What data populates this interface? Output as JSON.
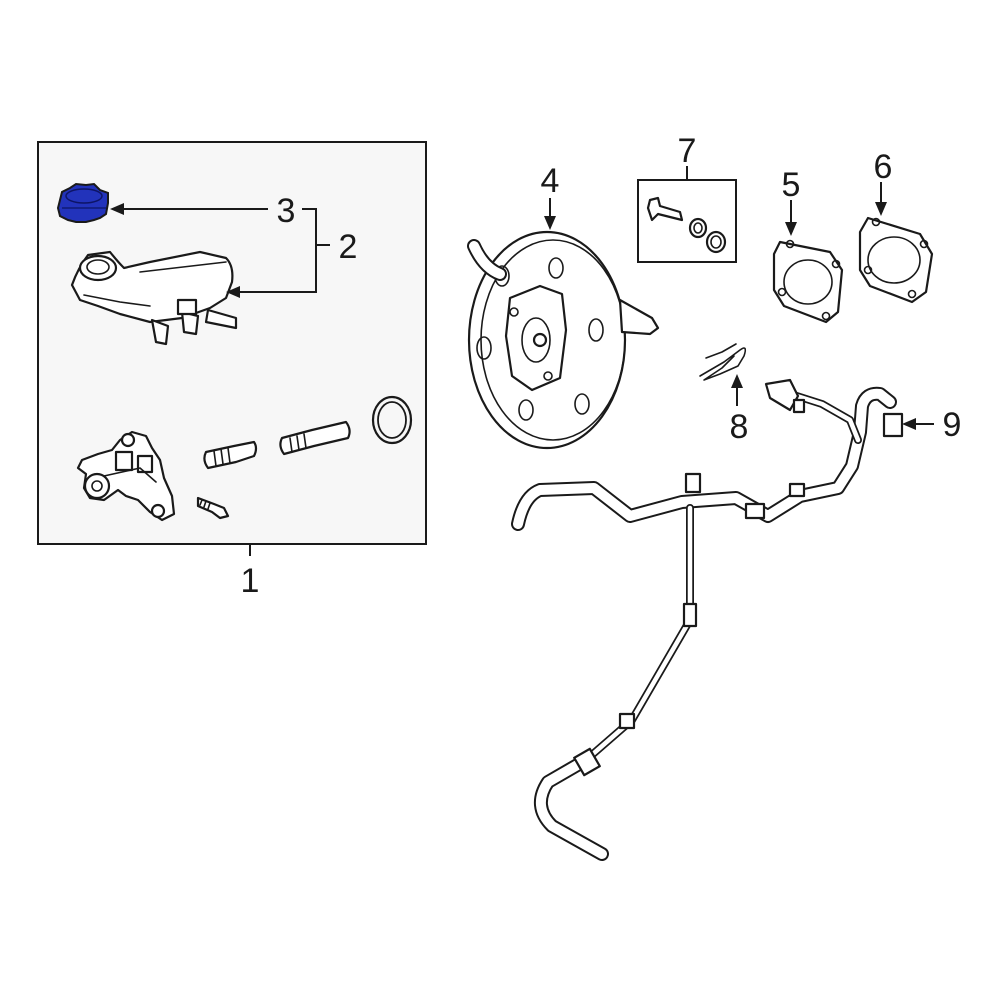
{
  "colors": {
    "highlight": "#2233bb",
    "line": "#1a1a1a",
    "box_fill": "#f7f7f7",
    "background": "#ffffff"
  },
  "callouts": {
    "c1": "1",
    "c2": "2",
    "c3": "3",
    "c4": "4",
    "c5": "5",
    "c6": "6",
    "c7": "7",
    "c8": "8",
    "c9": "9"
  },
  "highlighted_part": "3"
}
